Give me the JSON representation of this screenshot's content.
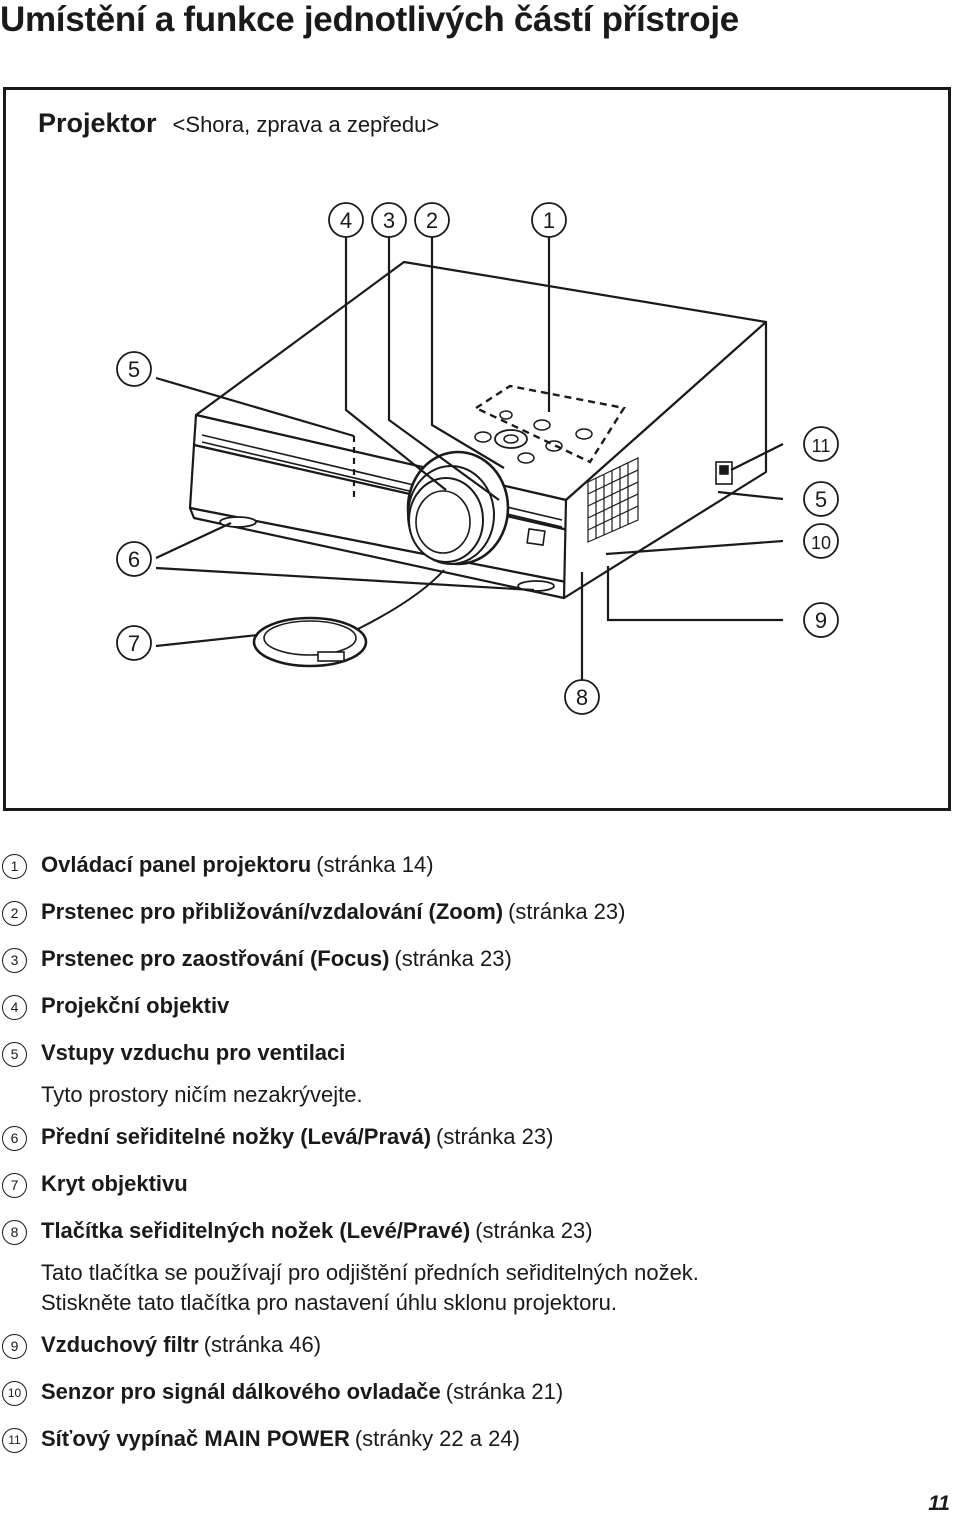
{
  "page": {
    "title": "Umístění a funkce jednotlivých částí přístroje",
    "page_number": "11"
  },
  "figure": {
    "name": "Projektor",
    "subtitle": "<Shora, zprava a zepředu>",
    "callouts": [
      "4",
      "3",
      "2",
      "1",
      "5",
      "11",
      "5",
      "10",
      "6",
      "9",
      "7",
      "8"
    ]
  },
  "parts": [
    {
      "num": "1",
      "name": "Ovládací panel projektoru",
      "ref": "(stránka 14)"
    },
    {
      "num": "2",
      "name": "Prstenec pro přibližování/vzdalování (Zoom)",
      "ref": "(stránka 23)"
    },
    {
      "num": "3",
      "name": "Prstenec pro zaostřování (Focus)",
      "ref": "(stránka 23)"
    },
    {
      "num": "4",
      "name": "Projekční objektiv",
      "ref": ""
    },
    {
      "num": "5",
      "name": "Vstupy vzduchu pro ventilaci",
      "ref": "",
      "note": "Tyto prostory ničím nezakrývejte."
    },
    {
      "num": "6",
      "name": "Přední seřiditelné nožky (Levá/Pravá)",
      "ref": "(stránka 23)"
    },
    {
      "num": "7",
      "name": "Kryt objektivu",
      "ref": ""
    },
    {
      "num": "8",
      "name": "Tlačítka seřiditelných nožek (Levé/Pravé)",
      "ref": "(stránka 23)",
      "note": "Tato tlačítka se používají pro odjištění předních seřiditelných nožek.\nStiskněte tato tlačítka pro nastavení úhlu sklonu projektoru."
    },
    {
      "num": "9",
      "name": "Vzduchový filtr",
      "ref": "(stránka 46)"
    },
    {
      "num": "10",
      "name": "Senzor pro signál dálkového ovladače",
      "ref": "(stránka 21)"
    },
    {
      "num": "11",
      "name": "Síťový vypínač MAIN POWER",
      "ref": "(stránky 22 a 24)"
    }
  ]
}
